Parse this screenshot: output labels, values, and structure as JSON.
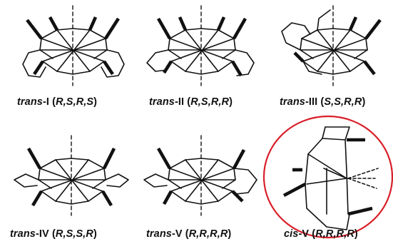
{
  "isomers": [
    {
      "prefix": "trans",
      "name": "-I",
      "config": [
        "R",
        "S",
        "R",
        "S"
      ]
    },
    {
      "prefix": "trans",
      "name": "-II",
      "config": [
        "R",
        "S",
        "R",
        "R"
      ]
    },
    {
      "prefix": "trans",
      "name": "-III",
      "config": [
        "S",
        "S",
        "R",
        "R"
      ]
    },
    {
      "prefix": "trans",
      "name": "-IV",
      "config": [
        "R",
        "S",
        "S",
        "R"
      ]
    },
    {
      "prefix": "trans",
      "name": "-V",
      "config": [
        "R",
        "R",
        "R",
        "R"
      ]
    },
    {
      "prefix": "cis",
      "name": "-V",
      "config": [
        "R",
        "R",
        "R",
        "R"
      ]
    }
  ],
  "highlight": {
    "target": "cis-V",
    "color": "#d9202a"
  },
  "colors": {
    "ink": "#111111",
    "background": "#ffffff"
  }
}
